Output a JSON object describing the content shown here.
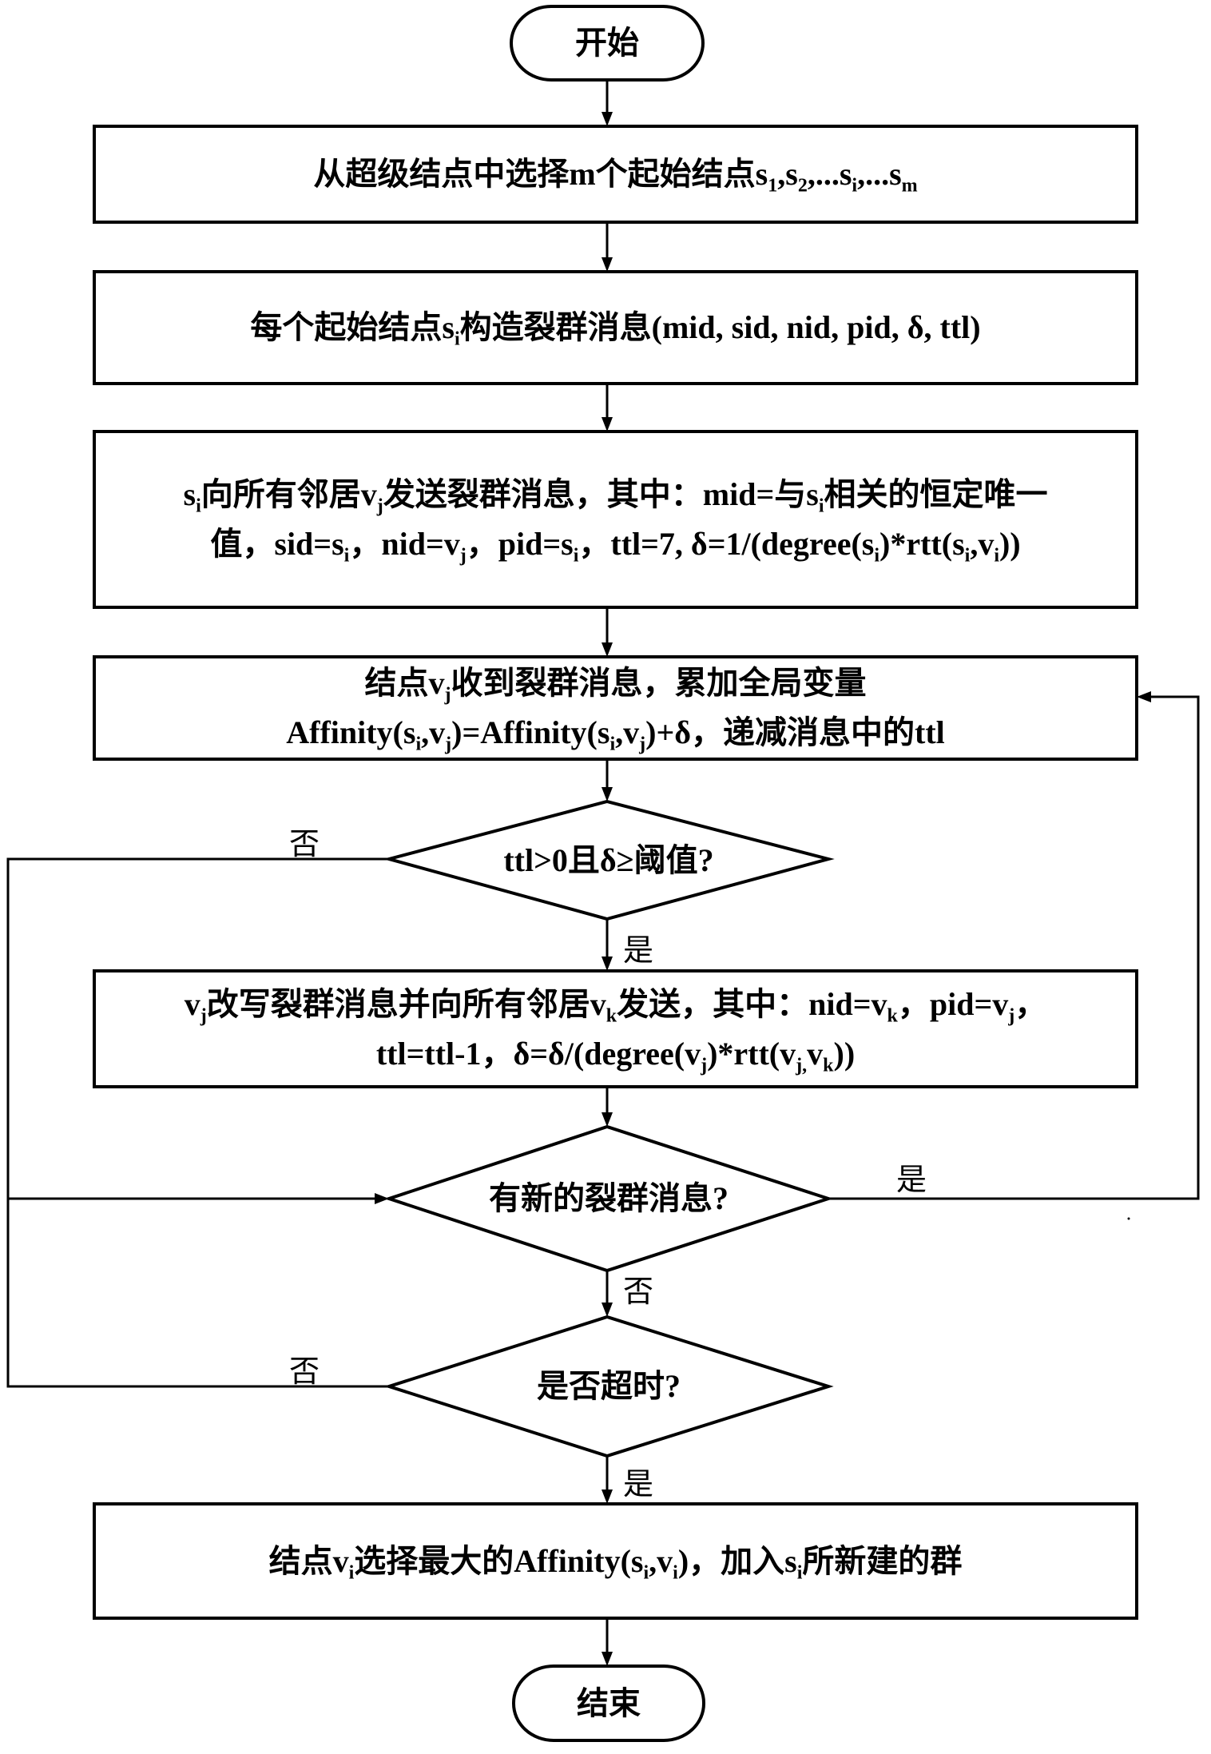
{
  "diagram": {
    "type": "flowchart",
    "nodes": {
      "start": {
        "kind": "terminal",
        "text": "开始"
      },
      "step1": {
        "kind": "process",
        "text": "从超级结点中选择m个起始结点s<sub>1</sub>,s<sub>2</sub>,...s<sub>i</sub>,...s<sub>m</sub>"
      },
      "step2": {
        "kind": "process",
        "text": "每个起始结点s<sub>i</sub>构造裂群消息(mid, sid, nid, pid, δ, ttl)"
      },
      "step3": {
        "kind": "process",
        "text": "s<sub>i</sub>向所有邻居v<sub>j</sub>发送裂群消息，其中：mid=与s<sub>i</sub>相关的恒定唯一<br>值，sid=s<sub>i</sub>，nid=v<sub>j</sub>，pid=s<sub>i</sub>，ttl=7, δ=1/(degree(s<sub>i</sub>)*rtt(s<sub>i</sub>,v<sub>i</sub>))"
      },
      "step4": {
        "kind": "process",
        "text": "结点v<sub>j</sub>收到裂群消息，累加全局变量<br>Affinity(s<sub>i</sub>,v<sub>j</sub>)=Affinity(s<sub>i</sub>,v<sub>j</sub>)+δ，递减消息中的ttl"
      },
      "decision1": {
        "kind": "decision",
        "text": "ttl>0且δ≥阈值?"
      },
      "step5": {
        "kind": "process",
        "text": "v<sub>j</sub>改写裂群消息并向所有邻居v<sub>k</sub>发送，其中：nid=v<sub>k</sub>，pid=v<sub>j</sub>，<br>ttl=ttl-1，δ=δ/(degree(v<sub>j</sub>)*rtt(v<sub>j,</sub>v<sub>k</sub>))"
      },
      "decision2": {
        "kind": "decision",
        "text": "有新的裂群消息?"
      },
      "decision3": {
        "kind": "decision",
        "text": "是否超时?"
      },
      "step6": {
        "kind": "process",
        "text": "结点v<sub>i</sub>选择最大的Affinity(s<sub>i</sub>,v<sub>i</sub>)，加入s<sub>i</sub>所新建的群"
      },
      "end": {
        "kind": "terminal",
        "text": "结束"
      }
    },
    "edge_labels": {
      "d1_no": "否",
      "d1_yes": "是",
      "d2_yes": "是",
      "d2_no": "否",
      "d3_no": "否",
      "d3_yes": "是"
    },
    "edges": [
      [
        "start",
        "step1"
      ],
      [
        "step1",
        "step2"
      ],
      [
        "step2",
        "step3"
      ],
      [
        "step3",
        "step4"
      ],
      [
        "step4",
        "decision1"
      ],
      [
        "decision1",
        "step5",
        "是"
      ],
      [
        "decision1",
        "decision2",
        "否"
      ],
      [
        "step5",
        "decision2"
      ],
      [
        "decision2",
        "step4",
        "是"
      ],
      [
        "decision2",
        "decision3",
        "否"
      ],
      [
        "decision3",
        "decision2",
        "否"
      ],
      [
        "decision3",
        "step6",
        "是"
      ],
      [
        "step6",
        "end"
      ]
    ]
  }
}
